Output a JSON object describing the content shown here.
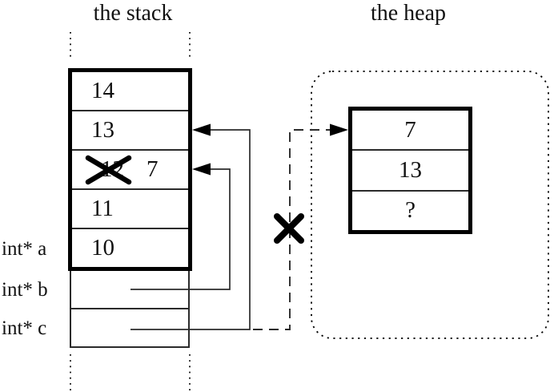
{
  "diagram": {
    "stack_title": "the stack",
    "heap_title": "the heap",
    "stack_cells": [
      {
        "value": "14",
        "crossed_out": false
      },
      {
        "value": "13",
        "crossed_out": false
      },
      {
        "value": "12",
        "crossed_out": true,
        "replacement": "7"
      },
      {
        "value": "11",
        "crossed_out": false
      },
      {
        "value": "10",
        "crossed_out": false
      }
    ],
    "pointer_labels": [
      {
        "label": "int* a"
      },
      {
        "label": "int* b"
      },
      {
        "label": "int* c"
      }
    ],
    "heap_cells": [
      {
        "value": "7"
      },
      {
        "value": "13"
      },
      {
        "value": "?"
      }
    ]
  }
}
